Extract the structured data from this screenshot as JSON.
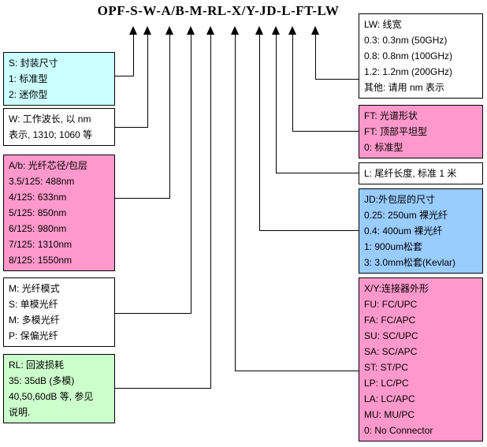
{
  "title": "OPF-S-W-A/B-M-RL-X/Y-JD-L-FT-LW",
  "colors": {
    "cyan": "#ccffff",
    "pink": "#ff99cc",
    "green": "#ccffcc",
    "blue": "#99ccff",
    "white": "#ffffff",
    "line": "#000000"
  },
  "boxes": {
    "s": {
      "bg": "#ccffff",
      "lines": [
        "S: 封装尺寸",
        "1: 标准型",
        "2: 迷你型"
      ]
    },
    "w": {
      "bg": "#ffffff",
      "lines": [
        "W: 工作波长, 以 nm",
        "表示, 1310; 1060 等"
      ]
    },
    "ab": {
      "bg": "#ff99cc",
      "lines": [
        "A/b: 光纤芯径/包层",
        "3.5/125: 488nm",
        "4/125: 633nm",
        "5/125: 850nm",
        "6/125: 980nm",
        "7/125: 1310nm",
        "8/125: 1550nm"
      ]
    },
    "m": {
      "bg": "#ffffff",
      "lines": [
        "M: 光纤模式",
        "S: 单模光纤",
        "M: 多模光纤",
        "P: 保偏光纤"
      ]
    },
    "rl": {
      "bg": "#ccffcc",
      "lines": [
        "RL: 回波损耗",
        "35: 35dB (多模)",
        "40,50,60dB 等, 参见",
        "说明."
      ]
    },
    "lw": {
      "bg": "#ffffff",
      "lines": [
        "LW: 线宽",
        "0.3: 0.3nm (50GHz)",
        "0.8: 0.8nm (100GHz)",
        "1.2: 1.2nm (200GHz)",
        "其他: 请用 nm 表示"
      ]
    },
    "ft": {
      "bg": "#ff99cc",
      "lines": [
        "FT: 光谱形状",
        "FT: 顶部平坦型",
        "0: 标准型"
      ]
    },
    "l": {
      "bg": "#ffffff",
      "lines": [
        "L: 尾纤长度, 标准 1 米"
      ]
    },
    "jd": {
      "bg": "#99ccff",
      "lines": [
        "JD:外包层的尺寸",
        "0.25: 250um 裸光纤",
        "0.4: 400um 裸光纤",
        "1: 900um松套",
        "3: 3.0mm松套(Kevlar)"
      ]
    },
    "xy": {
      "bg": "#ff99cc",
      "lines": [
        "X/Y:连接器外形",
        "FU: FC/UPC",
        "FA: FC/APC",
        "SU: SC/UPC",
        "SA: SC/APC",
        "ST: ST/PC",
        "LP: LC/PC",
        "LA: LC/APC",
        "MU: MU/PC",
        "0: No Connector"
      ]
    }
  }
}
